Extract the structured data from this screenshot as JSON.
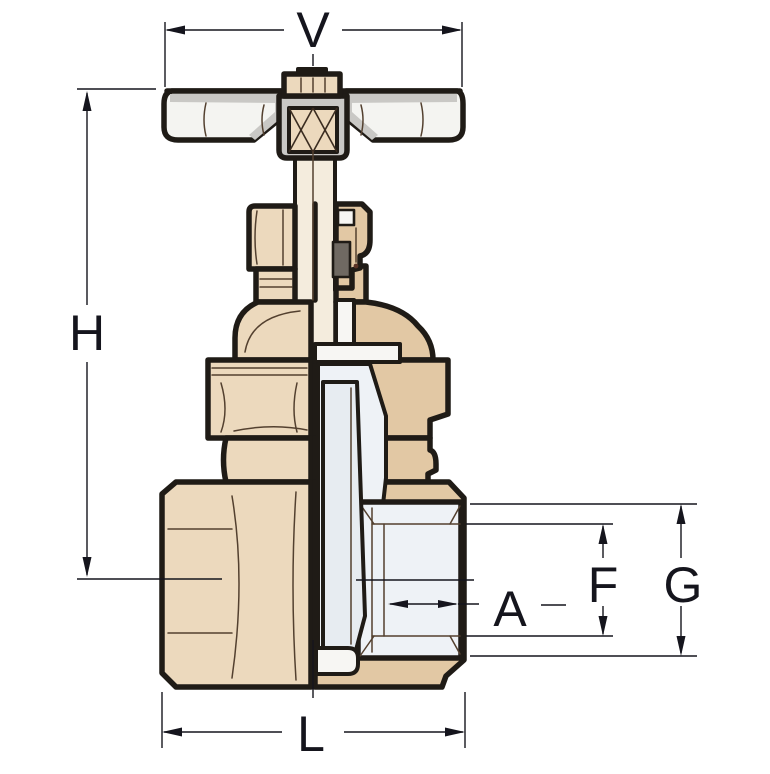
{
  "labels": {
    "top_width": "V",
    "height": "H",
    "depth": "A",
    "inner_diameter": "F",
    "outer_diameter": "G",
    "length": "L"
  },
  "colors": {
    "background": "#ffffff",
    "outline": "#1f1b16",
    "detail_line": "#53402f",
    "dimension_ink": "#15151d",
    "body_exterior": "#ecd9bd",
    "body_section": "#e2c8a4",
    "stem": "#f4ecdd",
    "handwheel_face": "#f4f4f1",
    "handwheel_shade": "#c9c8c5",
    "hub_core": "#ecd9bd",
    "packing_gland": "#6f6962",
    "bore_interior": "#eef2f6",
    "gate": "#e7ecf1",
    "channel_white": "#f7f6f3"
  }
}
